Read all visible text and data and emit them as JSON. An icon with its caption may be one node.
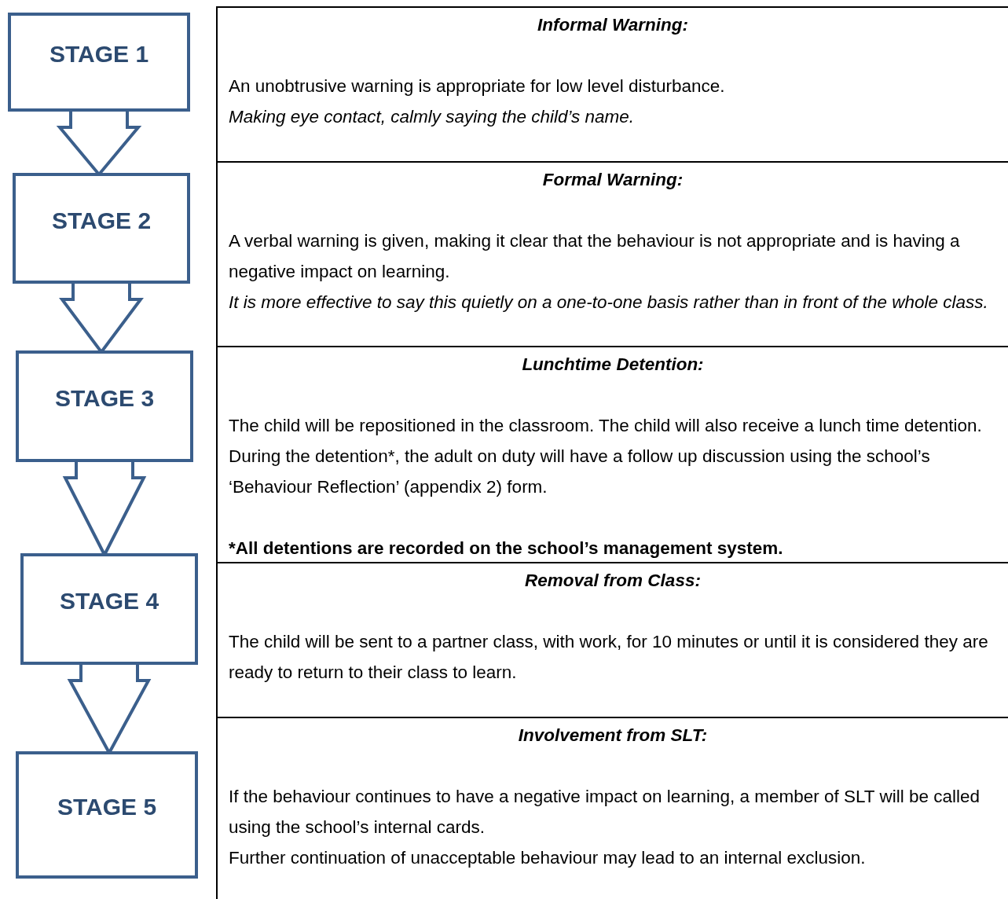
{
  "diagram": {
    "nodes": [
      {
        "text": [
          "STAGE 1"
        ]
      },
      {
        "text": [
          "STAGE 2"
        ]
      },
      {
        "text": [
          "STAGE 3"
        ]
      },
      {
        "text": [
          "STAGE 4"
        ]
      },
      {
        "text": [
          "STAGE 5"
        ]
      },
      {
        "text": [
          "Informal Warning:",
          "An unobtrusive warning is appropriate for low level disturbance.",
          "Making eye contact, calmly saying the child’s name."
        ]
      },
      {
        "text": [
          "Formal Warning:",
          "A verbal warning is given, making it clear that the behaviour is not appropriate and is having a negative impact on learning.",
          "It is more effective to say this quietly on a one-to-one basis rather than in front of the whole class."
        ]
      },
      {
        "text": [
          "Lunchtime Detention:",
          "The child will be repositioned in the classroom. The child will also receive a lunch time detention. During the detention*, the adult on duty will have a follow up discussion using the school’s ‘Behaviour Reflection’ (appendix 2) form.",
          "*All detentions are recorded on the school’s management system."
        ]
      },
      {
        "text": [
          "Removal from Class:",
          "The child will be sent to a partner class, with work, for 10 minutes or until it is considered they are ready to return to their class to learn."
        ]
      },
      {
        "text": [
          "Involvement from SLT:",
          "If the behaviour continues to have a negative impact on learning, a member of SLT will be called using the school’s internal cards.",
          "Further continuation of unacceptable behaviour may lead to an internal exclusion."
        ]
      }
    ],
    "edges": [
      {
        "from": 0,
        "to": 1,
        "arrow": "to"
      },
      {
        "from": 1,
        "to": 2,
        "arrow": "to"
      },
      {
        "from": 2,
        "to": 3,
        "arrow": "to"
      },
      {
        "from": 3,
        "to": 4,
        "arrow": "to"
      }
    ]
  }
}
